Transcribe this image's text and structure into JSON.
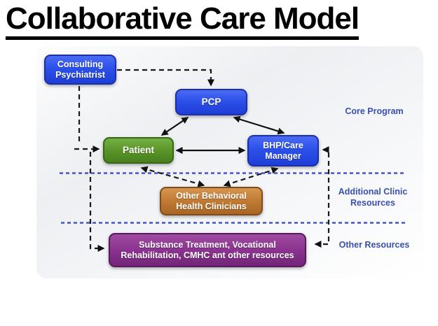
{
  "title": "Collaborative Care Model",
  "nodes": {
    "consulting_psychiatrist": {
      "label": "Consulting Psychiatrist",
      "color": "#2c50ea"
    },
    "pcp": {
      "label": "PCP",
      "color": "#2c50ea"
    },
    "patient": {
      "label": "Patient",
      "color": "#5a9529"
    },
    "bhp_care_manager": {
      "label": "BHP/Care Manager",
      "color": "#2c50ea"
    },
    "other_behavioral_clinicians": {
      "label": "Other Behavioral Health Clinicians",
      "color": "#c07a33"
    },
    "substance_treatment": {
      "label": "Substance Treatment, Vocational Rehabilitation, CMHC ant other resources",
      "color": "#8a3390"
    }
  },
  "section_labels": {
    "core_program": "Core Program",
    "additional_clinic_resources": "Additional Clinic Resources",
    "other_resources": "Other Resources",
    "text_color": "#3a50ae"
  },
  "divider_color": "#4455c5",
  "connections": [
    {
      "from": "Consulting Psychiatrist",
      "to": "PCP",
      "style": "dashed",
      "arrows": "one-way"
    },
    {
      "from": "Consulting Psychiatrist",
      "to": "Patient",
      "style": "dashed",
      "arrows": "one-way"
    },
    {
      "from": "Consulting Psychiatrist",
      "to": "Substance Treatment",
      "style": "dashed",
      "arrows": "one-way"
    },
    {
      "from": "PCP",
      "to": "Patient",
      "style": "solid",
      "arrows": "two-way"
    },
    {
      "from": "PCP",
      "to": "BHP/Care Manager",
      "style": "solid",
      "arrows": "two-way"
    },
    {
      "from": "Patient",
      "to": "BHP/Care Manager",
      "style": "solid",
      "arrows": "two-way"
    },
    {
      "from": "Patient",
      "to": "Other Behavioral Health Clinicians",
      "style": "dashed",
      "arrows": "two-way"
    },
    {
      "from": "BHP/Care Manager",
      "to": "Other Behavioral Health Clinicians",
      "style": "dashed",
      "arrows": "two-way"
    },
    {
      "from": "BHP/Care Manager",
      "to": "Substance Treatment",
      "style": "dashed",
      "arrows": "two-way"
    }
  ]
}
